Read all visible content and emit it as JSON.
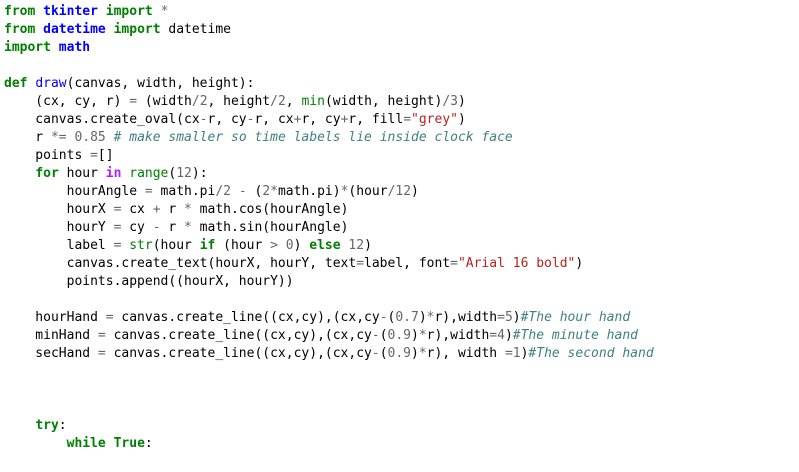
{
  "code": {
    "lines": [
      [
        [
          "kw",
          "from"
        ],
        [
          "plain",
          " "
        ],
        [
          "nm",
          "tkinter"
        ],
        [
          "plain",
          " "
        ],
        [
          "kw",
          "import"
        ],
        [
          "plain",
          " "
        ],
        [
          "op",
          "*"
        ]
      ],
      [
        [
          "kw",
          "from"
        ],
        [
          "plain",
          " "
        ],
        [
          "nm",
          "datetime"
        ],
        [
          "plain",
          " "
        ],
        [
          "kw",
          "import"
        ],
        [
          "plain",
          " datetime"
        ]
      ],
      [
        [
          "kw",
          "import"
        ],
        [
          "plain",
          " "
        ],
        [
          "nm",
          "math"
        ]
      ],
      [],
      [
        [
          "kw",
          "def"
        ],
        [
          "plain",
          " "
        ],
        [
          "fn",
          "draw"
        ],
        [
          "plain",
          "(canvas, width, height):"
        ]
      ],
      [
        [
          "plain",
          "    (cx, cy, r) "
        ],
        [
          "op",
          "="
        ],
        [
          "plain",
          " (width"
        ],
        [
          "op",
          "/"
        ],
        [
          "num",
          "2"
        ],
        [
          "plain",
          ", height"
        ],
        [
          "op",
          "/"
        ],
        [
          "num",
          "2"
        ],
        [
          "plain",
          ", "
        ],
        [
          "bi",
          "min"
        ],
        [
          "plain",
          "(width, height)"
        ],
        [
          "op",
          "/"
        ],
        [
          "num",
          "3"
        ],
        [
          "plain",
          ")"
        ]
      ],
      [
        [
          "plain",
          "    canvas.create_oval(cx"
        ],
        [
          "op",
          "-"
        ],
        [
          "plain",
          "r, cy"
        ],
        [
          "op",
          "-"
        ],
        [
          "plain",
          "r, cx"
        ],
        [
          "op",
          "+"
        ],
        [
          "plain",
          "r, cy"
        ],
        [
          "op",
          "+"
        ],
        [
          "plain",
          "r, fill"
        ],
        [
          "op",
          "="
        ],
        [
          "str",
          "\"grey\""
        ],
        [
          "plain",
          ")"
        ]
      ],
      [
        [
          "plain",
          "    r "
        ],
        [
          "op",
          "*="
        ],
        [
          "plain",
          " "
        ],
        [
          "num",
          "0.85"
        ],
        [
          "plain",
          " "
        ],
        [
          "cm",
          "# make smaller so time labels lie inside clock face"
        ]
      ],
      [
        [
          "plain",
          "    points "
        ],
        [
          "op",
          "="
        ],
        [
          "plain",
          "[]"
        ]
      ],
      [
        [
          "plain",
          "    "
        ],
        [
          "kw",
          "for"
        ],
        [
          "plain",
          " hour "
        ],
        [
          "kw2",
          "in"
        ],
        [
          "plain",
          " "
        ],
        [
          "bi",
          "range"
        ],
        [
          "plain",
          "("
        ],
        [
          "num",
          "12"
        ],
        [
          "plain",
          "):"
        ]
      ],
      [
        [
          "plain",
          "        hourAngle "
        ],
        [
          "op",
          "="
        ],
        [
          "plain",
          " math.pi"
        ],
        [
          "op",
          "/"
        ],
        [
          "num",
          "2"
        ],
        [
          "plain",
          " "
        ],
        [
          "op",
          "-"
        ],
        [
          "plain",
          " ("
        ],
        [
          "num",
          "2"
        ],
        [
          "op",
          "*"
        ],
        [
          "plain",
          "math.pi)"
        ],
        [
          "op",
          "*"
        ],
        [
          "plain",
          "(hour"
        ],
        [
          "op",
          "/"
        ],
        [
          "num",
          "12"
        ],
        [
          "plain",
          ")"
        ]
      ],
      [
        [
          "plain",
          "        hourX "
        ],
        [
          "op",
          "="
        ],
        [
          "plain",
          " cx "
        ],
        [
          "op",
          "+"
        ],
        [
          "plain",
          " r "
        ],
        [
          "op",
          "*"
        ],
        [
          "plain",
          " math.cos(hourAngle)"
        ]
      ],
      [
        [
          "plain",
          "        hourY "
        ],
        [
          "op",
          "="
        ],
        [
          "plain",
          " cy "
        ],
        [
          "op",
          "-"
        ],
        [
          "plain",
          " r "
        ],
        [
          "op",
          "*"
        ],
        [
          "plain",
          " math.sin(hourAngle)"
        ]
      ],
      [
        [
          "plain",
          "        label "
        ],
        [
          "op",
          "="
        ],
        [
          "plain",
          " "
        ],
        [
          "bi",
          "str"
        ],
        [
          "plain",
          "(hour "
        ],
        [
          "kw",
          "if"
        ],
        [
          "plain",
          " (hour "
        ],
        [
          "op",
          ">"
        ],
        [
          "plain",
          " "
        ],
        [
          "num",
          "0"
        ],
        [
          "plain",
          ") "
        ],
        [
          "kw",
          "else"
        ],
        [
          "plain",
          " "
        ],
        [
          "num",
          "12"
        ],
        [
          "plain",
          ")"
        ]
      ],
      [
        [
          "plain",
          "        canvas.create_text(hourX, hourY, text"
        ],
        [
          "op",
          "="
        ],
        [
          "plain",
          "label, font"
        ],
        [
          "op",
          "="
        ],
        [
          "str",
          "\"Arial 16 bold\""
        ],
        [
          "plain",
          ")"
        ]
      ],
      [
        [
          "plain",
          "        points.append((hourX, hourY))"
        ]
      ],
      [],
      [
        [
          "plain",
          "    hourHand "
        ],
        [
          "op",
          "="
        ],
        [
          "plain",
          " canvas.create_line((cx,cy),(cx,cy"
        ],
        [
          "op",
          "-"
        ],
        [
          "plain",
          "("
        ],
        [
          "num",
          "0.7"
        ],
        [
          "plain",
          ")"
        ],
        [
          "op",
          "*"
        ],
        [
          "plain",
          "r),width"
        ],
        [
          "op",
          "="
        ],
        [
          "num",
          "5"
        ],
        [
          "plain",
          ")"
        ],
        [
          "cm",
          "#The hour hand"
        ]
      ],
      [
        [
          "plain",
          "    minHand "
        ],
        [
          "op",
          "="
        ],
        [
          "plain",
          " canvas.create_line((cx,cy),(cx,cy"
        ],
        [
          "op",
          "-"
        ],
        [
          "plain",
          "("
        ],
        [
          "num",
          "0.9"
        ],
        [
          "plain",
          ")"
        ],
        [
          "op",
          "*"
        ],
        [
          "plain",
          "r),width"
        ],
        [
          "op",
          "="
        ],
        [
          "num",
          "4"
        ],
        [
          "plain",
          ")"
        ],
        [
          "cm",
          "#The minute hand"
        ]
      ],
      [
        [
          "plain",
          "    secHand "
        ],
        [
          "op",
          "="
        ],
        [
          "plain",
          " canvas.create_line((cx,cy),(cx,cy"
        ],
        [
          "op",
          "-"
        ],
        [
          "plain",
          "("
        ],
        [
          "num",
          "0.9"
        ],
        [
          "plain",
          ")"
        ],
        [
          "op",
          "*"
        ],
        [
          "plain",
          "r), width "
        ],
        [
          "op",
          "="
        ],
        [
          "num",
          "1"
        ],
        [
          "plain",
          ")"
        ],
        [
          "cm",
          "#The second hand"
        ]
      ],
      [],
      [],
      [],
      [
        [
          "plain",
          "    "
        ],
        [
          "kw",
          "try"
        ],
        [
          "plain",
          ":"
        ]
      ],
      [
        [
          "plain",
          "        "
        ],
        [
          "kw",
          "while"
        ],
        [
          "plain",
          " "
        ],
        [
          "kw",
          "True"
        ],
        [
          "plain",
          ":"
        ]
      ]
    ]
  }
}
